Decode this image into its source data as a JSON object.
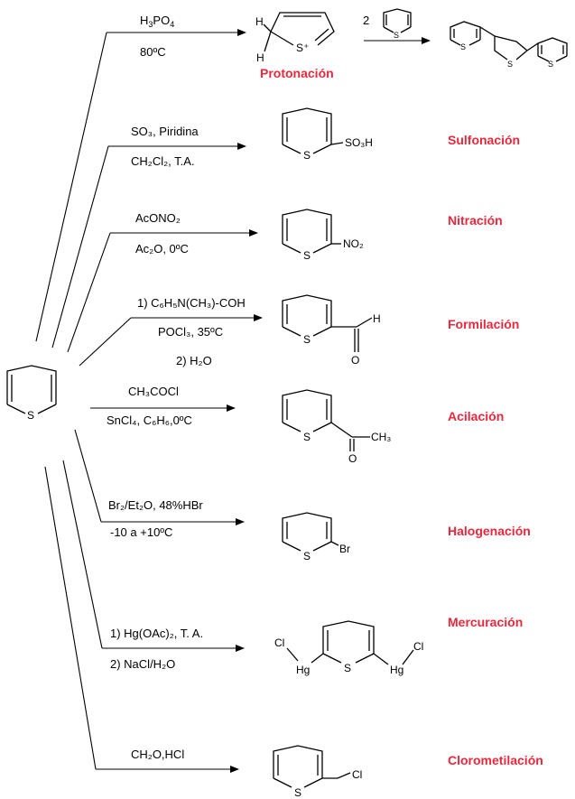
{
  "colors": {
    "name": "#e8283c",
    "ink": "#000000"
  },
  "reactions": [
    {
      "id": "protonation",
      "name": "Protonación",
      "reagent": {
        "pre": "H",
        "sub": "3",
        "post": "PO",
        "sub2": "4",
        "tail": ""
      },
      "condition": "80ºC",
      "product_label": "S⁺",
      "extra": "2"
    },
    {
      "id": "sulfonation",
      "name": "Sulfonación",
      "reagent": "SO₃, Piridina",
      "condition": "CH₂Cl₂, T.A.",
      "substituent": "SO₃H"
    },
    {
      "id": "nitration",
      "name": "Nitración",
      "reagent": "AcONO₂",
      "condition": "Ac₂O, 0ºC",
      "substituent": "NO₂"
    },
    {
      "id": "formylation",
      "name": "Formilación",
      "reagent": "1) C₆H₅N(CH₃)-COH",
      "condition": "POCl₃, 35ºC",
      "condition2": "2) H₂O",
      "substituent_h": "H",
      "substituent_o": "O"
    },
    {
      "id": "acylation",
      "name": "Acilación",
      "reagent": "CH₃COCl",
      "condition": "SnCl₄, C₆H₆,0ºC",
      "substituent_o": "O",
      "substituent_me": "CH₃"
    },
    {
      "id": "halogenation",
      "name": "Halogenación",
      "reagent": "Br₂/Et₂O, 48%HBr",
      "condition": "-10 a +10ºC",
      "substituent": "Br"
    },
    {
      "id": "mercuration",
      "name": "Mercuración",
      "reagent": "1) Hg(OAc)₂, T. A.",
      "condition": "2) NaCl/H₂O",
      "hg": "Hg",
      "cl": "Cl"
    },
    {
      "id": "chloromethylation",
      "name": "Clorometilación",
      "reagent": "CH₂O,HCl",
      "substituent": "Cl"
    }
  ],
  "atoms": {
    "sulfur": "S",
    "hydrogen": "H"
  }
}
